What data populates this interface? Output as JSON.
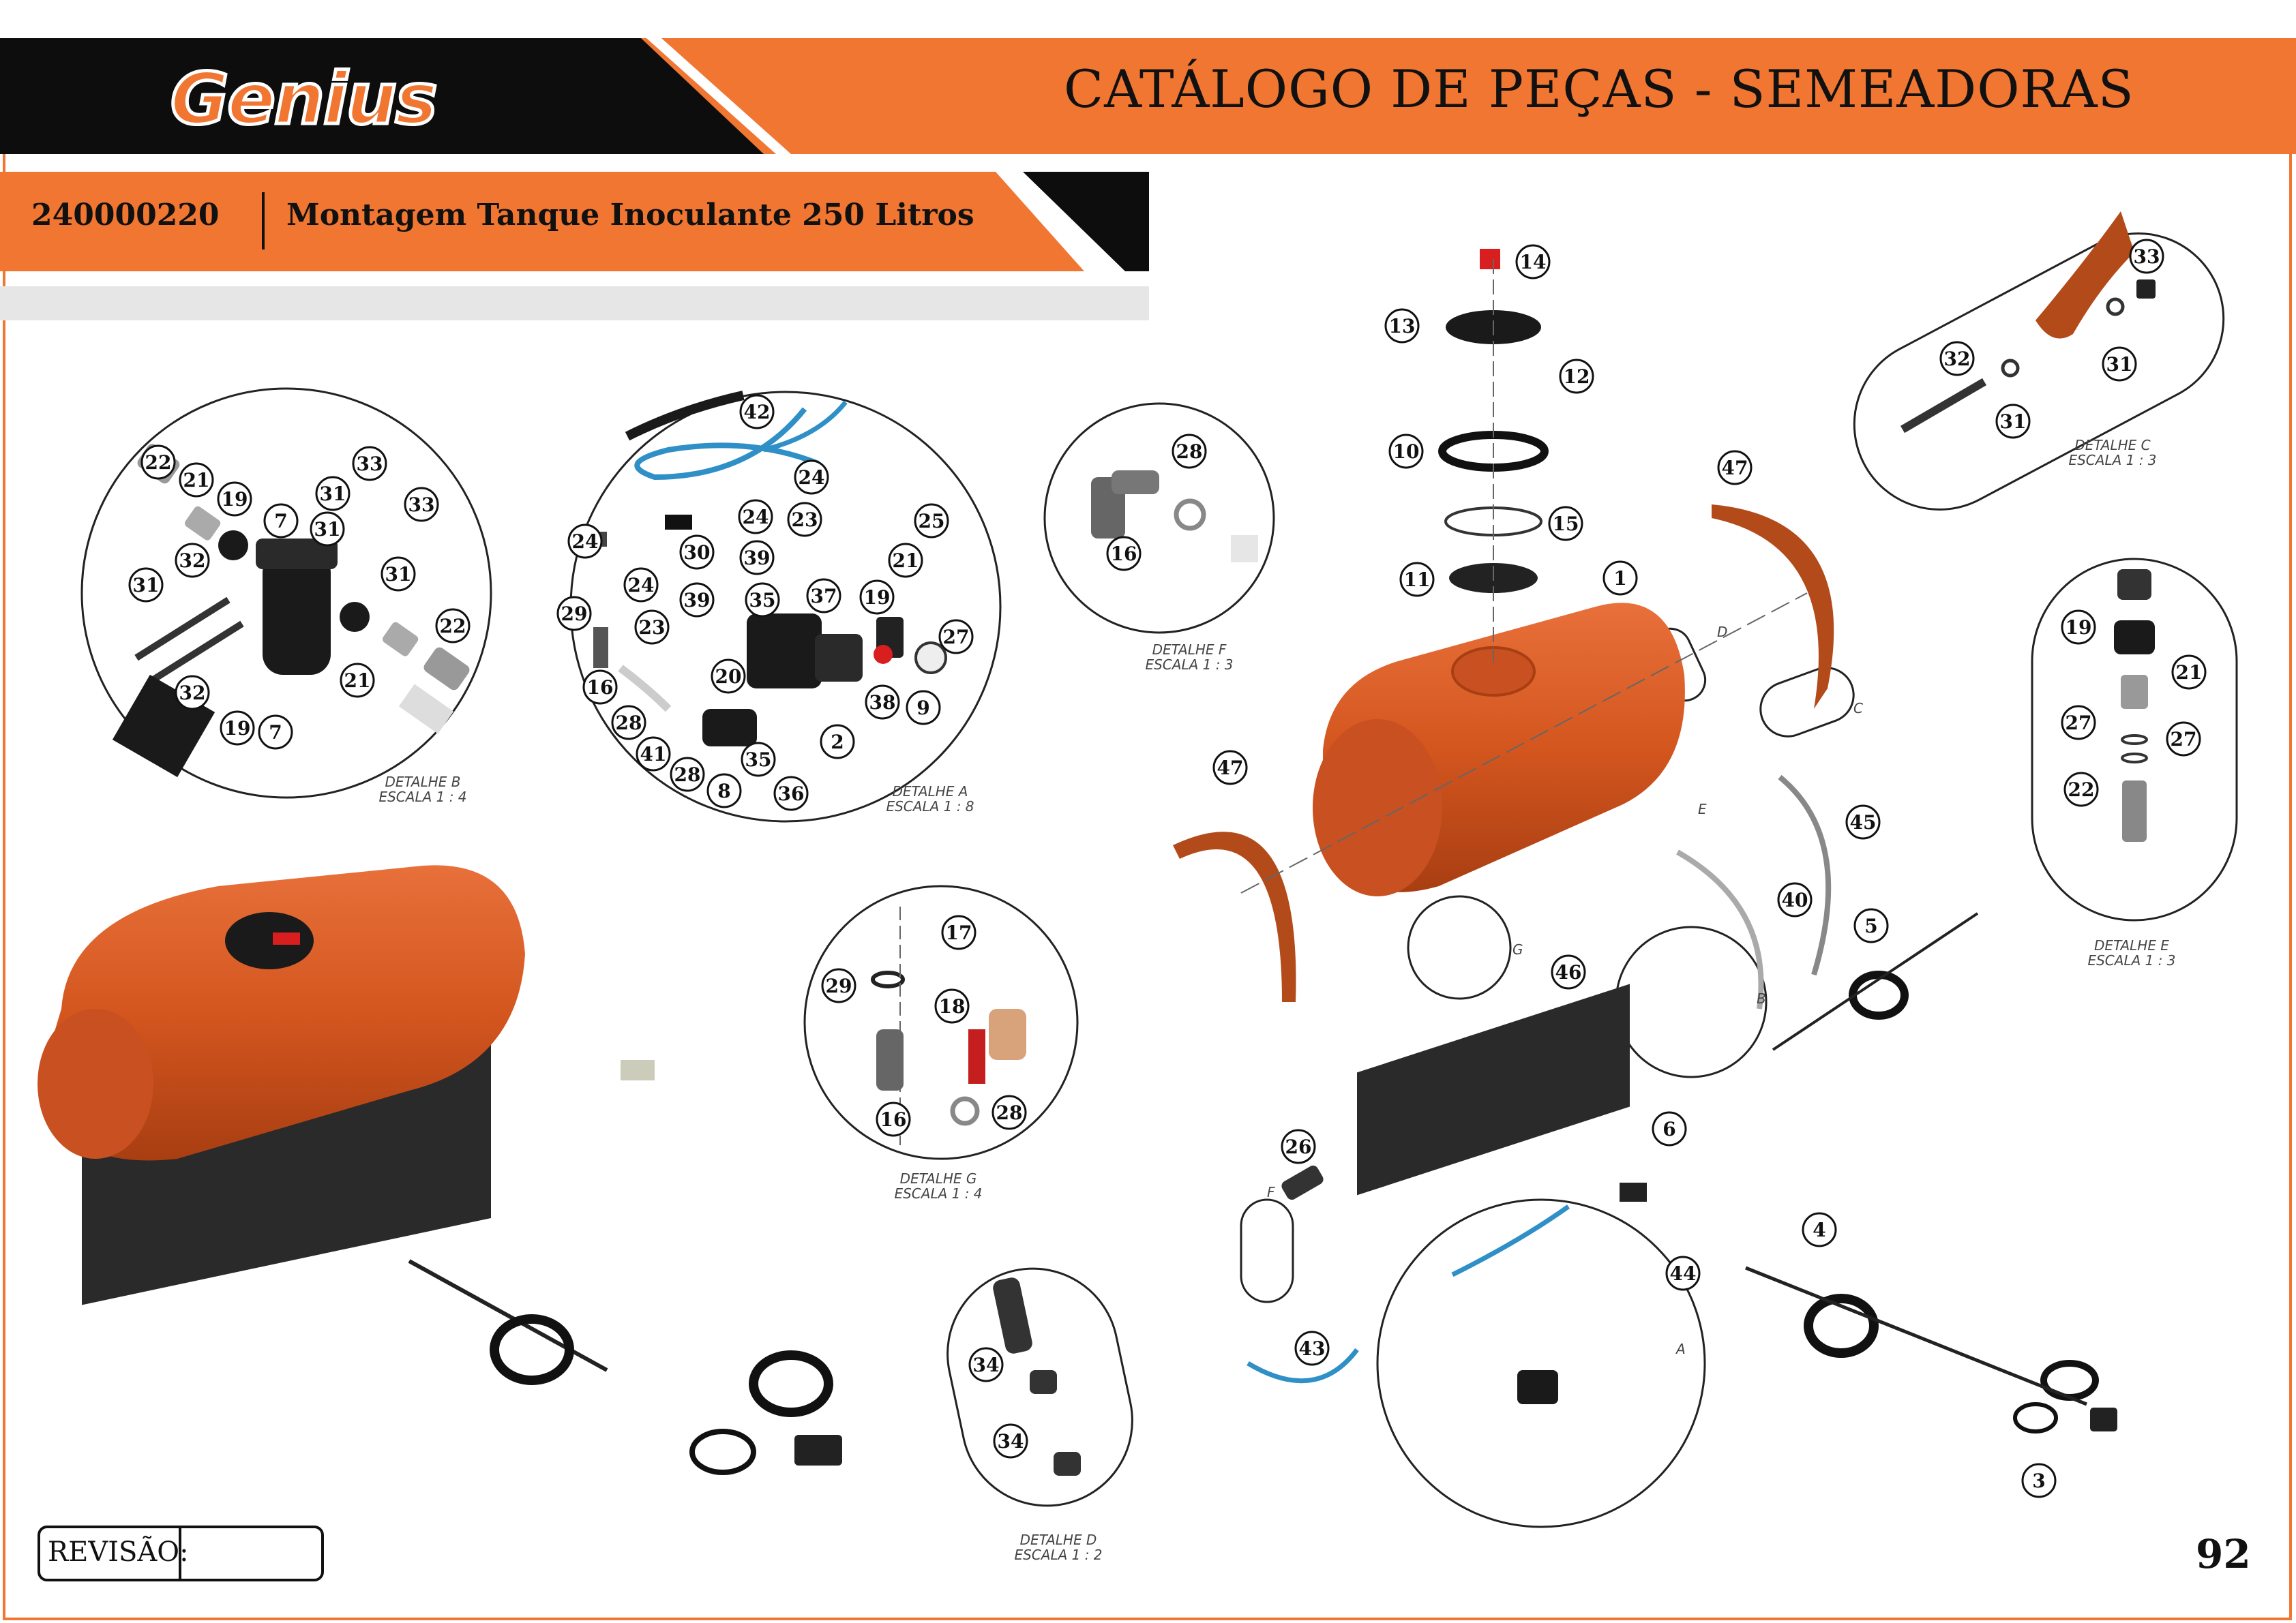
{
  "header": {
    "brand": "Genius",
    "title": "CATÁLOGO DE PEÇAS - SEMEADORAS"
  },
  "subheader": {
    "code": "240000220",
    "description": "Montagem Tanque Inoculante 250 Litros"
  },
  "footer": {
    "revision_label": "REVISÃO:",
    "page_number": "92"
  },
  "detail_captions": [
    {
      "title": "DETALHE B",
      "scale": "ESCALA 1 : 4"
    },
    {
      "title": "DETALHE A",
      "scale": "ESCALA 1 : 8"
    },
    {
      "title": "DETALHE F",
      "scale": "ESCALA 1 : 3"
    },
    {
      "title": "DETALHE G",
      "scale": "ESCALA 1 : 4"
    },
    {
      "title": "DETALHE D",
      "scale": "ESCALA 1 : 2"
    },
    {
      "title": "DETALHE C",
      "scale": "ESCALA 1 : 3"
    },
    {
      "title": "DETALHE E",
      "scale": "ESCALA 1 : 3"
    }
  ],
  "view_letters": [
    "A",
    "B",
    "C",
    "D",
    "E",
    "F",
    "G"
  ],
  "callouts": {
    "detail_b": [
      "22",
      "21",
      "19",
      "7",
      "33",
      "31",
      "33",
      "31",
      "31",
      "32",
      "31",
      "22",
      "19",
      "21",
      "7",
      "32"
    ],
    "detail_a": [
      "42",
      "24",
      "24",
      "23",
      "25",
      "24",
      "30",
      "39",
      "29",
      "24",
      "39",
      "21",
      "23",
      "35",
      "37",
      "19",
      "27",
      "16",
      "20",
      "38",
      "9",
      "28",
      "41",
      "28",
      "8",
      "35",
      "36",
      "2"
    ],
    "detail_f": [
      "28",
      "16"
    ],
    "detail_g": [
      "17",
      "29",
      "18",
      "16",
      "28"
    ],
    "detail_d": [
      "34",
      "34"
    ],
    "detail_c": [
      "33",
      "32",
      "31",
      "31"
    ],
    "detail_e": [
      "19",
      "21",
      "27",
      "27",
      "22"
    ],
    "main": [
      "14",
      "13",
      "12",
      "10",
      "15",
      "11",
      "1",
      "47",
      "47",
      "45",
      "40",
      "5",
      "46",
      "26",
      "6",
      "4",
      "44",
      "43",
      "3"
    ]
  },
  "colors": {
    "accent": "#f07632",
    "black": "#0d0d0d",
    "tank": "#d4561f",
    "hose_blue": "#2f8fc7"
  }
}
